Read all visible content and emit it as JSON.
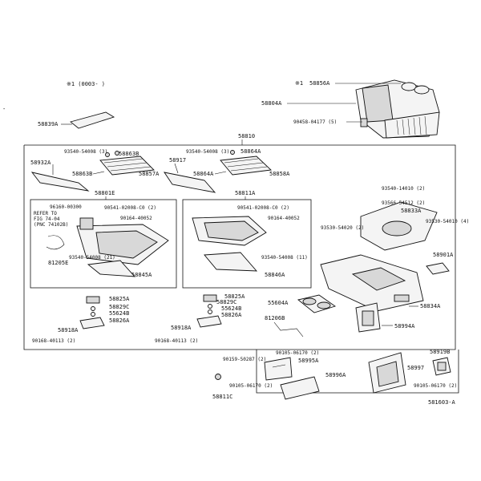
{
  "note_header": "※1 (0003-      )",
  "footer_code": "581603-A",
  "labels": {
    "p58856A": "58856A",
    "note1": "※1",
    "p58804A": "58804A",
    "p90458": "90458-04177 (5)",
    "p58839A": "58839A",
    "p58810": "58810",
    "p93540a": "93540-54008 (3)",
    "p58863B": "58863B",
    "p93540b": "93540-54008 (3)",
    "p58864A_top": "58864A",
    "p58932A": "58932A",
    "p58917": "58917",
    "p58863B_2": "58863B",
    "p58857A": "58857A",
    "p58864A": "58864A",
    "p58858A": "58858A",
    "p58801E": "58801E",
    "p58811A": "58811A",
    "p96160": "96160-00300",
    "p90541a": "90541-02008-C0 (2)",
    "p90541b": "90541-02008-C0 (2)",
    "refer1": "REFER TO",
    "refer2": "FIG 74-04",
    "refer3": "(PNC 74102B)",
    "p90164a": "90164-40052",
    "p90164b": "90164-40052",
    "p81205E": "81205E",
    "p93540c": "93540-54008 (21)",
    "p93540d": "93540-54008 (11)",
    "p58845A": "58845A",
    "p58846A": "58846A",
    "p93540_14010": "93540-14010 (2)",
    "p93566": "93566-54512 (2)",
    "p58833A": "58833A",
    "p93530a": "93530-54020 (2)",
    "p93530b": "93530-54010 (4)",
    "p58901A": "58901A",
    "p58825A_l": "58825A",
    "p58829C_l": "58829C",
    "p55624B_l": "55624B",
    "p58826A_l": "58826A",
    "p58918A_l": "58918A",
    "p90168_l": "90168-40113 (2)",
    "p58825A_m": "58825A",
    "p58829C_m": "58829C",
    "p55624B_m": "55624B",
    "p58826A_m": "58826A",
    "p58918A_m": "58918A",
    "p90168_m": "90168-40113 (2)",
    "p55604A": "55604A",
    "p81206B": "81206B",
    "p58834A": "58834A",
    "p58994A": "58994A",
    "p90105a": "90105-06170 (2)",
    "p90159": "90159-50287 (2)",
    "p58995A": "58995A",
    "p58996A": "58996A",
    "p90105b": "90105-06170 (2)",
    "p58811C": "58811C",
    "p58919B": "58919B",
    "p58997": "58997",
    "p90105c": "90105-06170 (2)"
  }
}
